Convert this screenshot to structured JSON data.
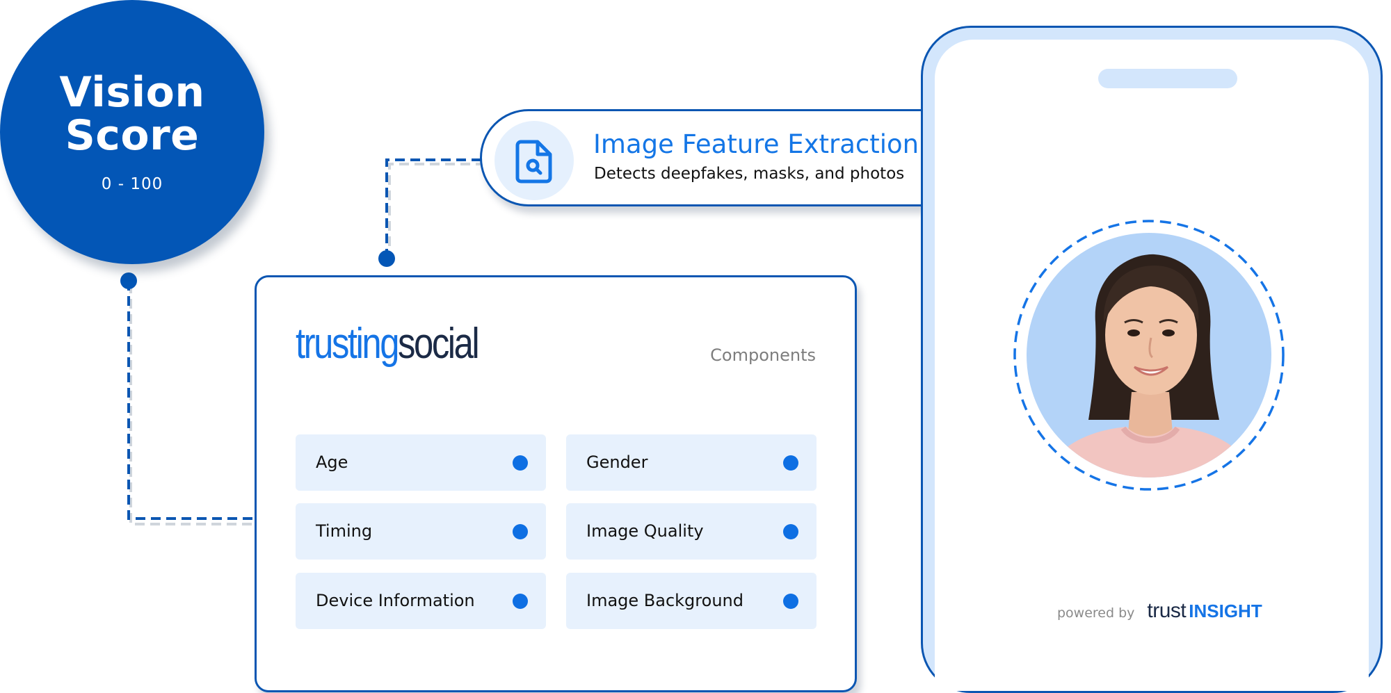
{
  "score": {
    "title_line1": "Vision",
    "title_line2": "Score",
    "range": "0 - 100"
  },
  "feature": {
    "title": "Image Feature Extraction",
    "description": "Detects deepfakes, masks, and photos",
    "icon": "document-search-icon"
  },
  "card": {
    "logo_part1": "trusting",
    "logo_part2": "social",
    "heading": "Components",
    "items": [
      {
        "label": "Age"
      },
      {
        "label": "Gender"
      },
      {
        "label": "Timing"
      },
      {
        "label": "Image Quality"
      },
      {
        "label": "Device Information"
      },
      {
        "label": "Image Background"
      }
    ]
  },
  "phone": {
    "powered_label": "powered by",
    "brand_part1": "trust",
    "brand_part2": "INSIGHT"
  },
  "colors": {
    "primary": "#0356b6",
    "accent": "#1574e6",
    "chip_bg": "#e7f1fd",
    "phone_tint": "#d3e6fc"
  }
}
